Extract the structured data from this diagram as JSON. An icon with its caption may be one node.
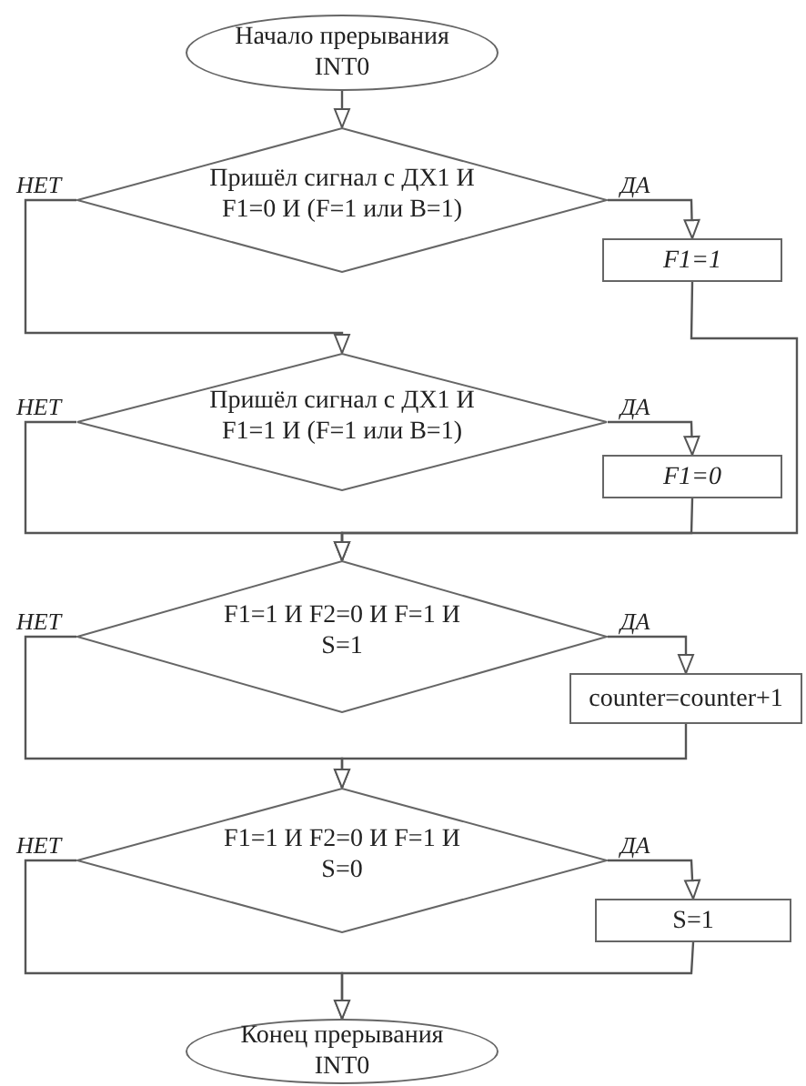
{
  "diagram": {
    "nodes": [
      {
        "text": [
          "Начало прерывания INT0"
        ]
      },
      {
        "text": [
          "Пришёл сигнал с ДХ1 И F1=0 И (F=1 или B=1)"
        ]
      },
      {
        "text": [
          "F1=1"
        ]
      },
      {
        "text": [
          "Пришёл сигнал с ДХ1 И F1=1 И (F=1 или B=1)"
        ]
      },
      {
        "text": [
          "F1=0"
        ]
      },
      {
        "text": [
          "F1=1 И F2=0 И F=1 И S=1"
        ]
      },
      {
        "text": [
          "counter=counter+1"
        ]
      },
      {
        "text": [
          "F1=1 И F2=0 И F=1 И S=0"
        ]
      },
      {
        "text": [
          "S=1"
        ]
      },
      {
        "text": [
          "Конец прерывания INT0"
        ]
      }
    ],
    "edges": [
      {
        "from": 0,
        "to": 1,
        "arrow": "to"
      },
      {
        "from": 1,
        "to": 2,
        "arrow": "to",
        "label": "ДА"
      },
      {
        "from": 1,
        "to": 3,
        "arrow": "to",
        "label": "НЕТ"
      },
      {
        "from": 2,
        "to": 5,
        "arrow": "to"
      },
      {
        "from": 3,
        "to": 4,
        "arrow": "to",
        "label": "ДА"
      },
      {
        "from": 3,
        "to": 5,
        "arrow": "to",
        "label": "НЕТ"
      },
      {
        "from": 4,
        "to": 5,
        "arrow": "to"
      },
      {
        "from": 5,
        "to": 6,
        "arrow": "to",
        "label": "ДА"
      },
      {
        "from": 5,
        "to": 7,
        "arrow": "to",
        "label": "НЕТ"
      },
      {
        "from": 6,
        "to": 7,
        "arrow": "to"
      },
      {
        "from": 7,
        "to": 8,
        "arrow": "to",
        "label": "ДА"
      },
      {
        "from": 7,
        "to": 9,
        "arrow": "to",
        "label": "НЕТ"
      },
      {
        "from": 8,
        "to": 9,
        "arrow": "to"
      }
    ]
  }
}
